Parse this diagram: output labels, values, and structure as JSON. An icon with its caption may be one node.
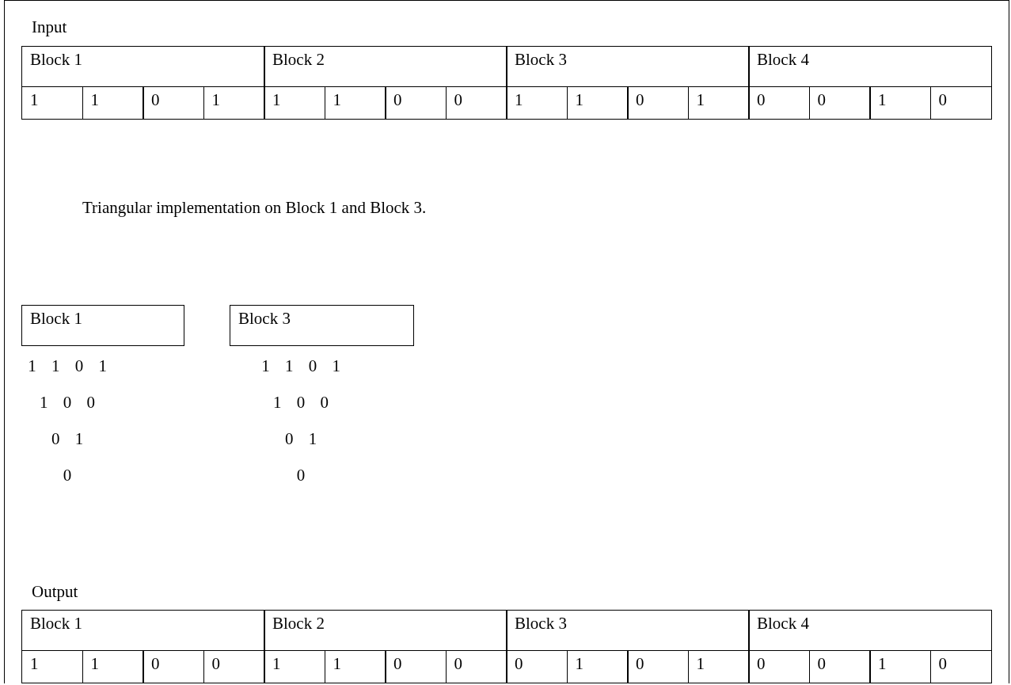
{
  "diagram": {
    "nodes": [
      {
        "text": [
          "Block 1"
        ],
        "beside": [
          "1 1 0 1",
          "1 0 0",
          "0 1",
          "0"
        ]
      },
      {
        "text": [
          "Block 3"
        ],
        "beside": [
          "1 1 0 1",
          "1 0 0",
          "0 1",
          "0"
        ]
      }
    ],
    "labels": [
      "Input",
      "Block 1",
      "Block 2",
      "Block 3",
      "Block 4",
      "1",
      "1",
      "0",
      "1",
      "1",
      "1",
      "0",
      "0",
      "1",
      "1",
      "0",
      "1",
      "0",
      "0",
      "1",
      "0",
      "Triangular implementation on Block 1 and Block 3.",
      "Output",
      "Block 1",
      "Block 2",
      "Block 3",
      "Block 4",
      "1",
      "1",
      "0",
      "0",
      "1",
      "1",
      "0",
      "0",
      "0",
      "1",
      "0",
      "1",
      "0",
      "0",
      "1",
      "0"
    ]
  }
}
